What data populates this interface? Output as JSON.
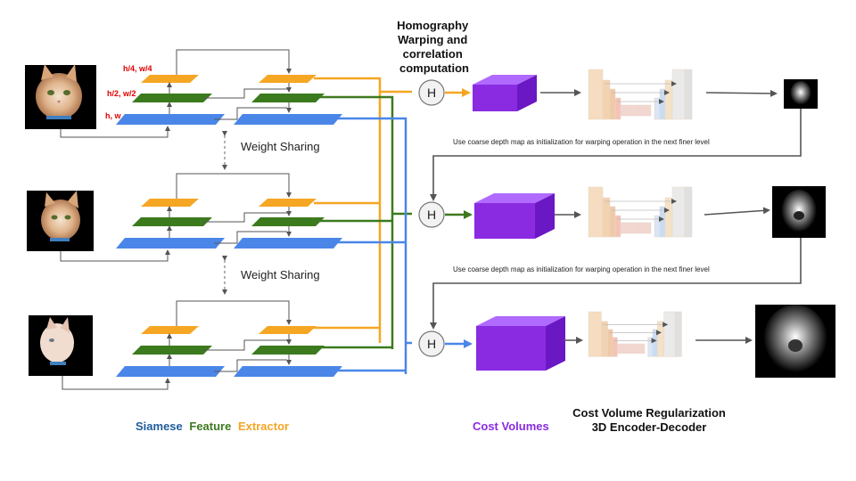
{
  "header": {
    "homography": [
      "Homography",
      "Warping and",
      "correlation",
      "computation"
    ]
  },
  "scale_labels": {
    "quarter": "h/4, w/4",
    "half": "h/2, w/2",
    "full": "h, w"
  },
  "weight_sharing": [
    "Weight Sharing",
    "Weight Sharing"
  ],
  "homography_node": "H",
  "coarse_note": [
    "Use coarse depth map as initialization for warping operation in the next finer level",
    "Use coarse depth map as initialization for warping operation in the next finer level"
  ],
  "footer": {
    "siamese": "Siamese",
    "feature": "Feature",
    "extractor": "Extractor",
    "cost_volumes": "Cost Volumes",
    "regularization_1": "Cost Volume Regularization",
    "regularization_2": "3D Encoder-Decoder"
  },
  "colors": {
    "orange": "#f5a623",
    "green": "#3c7a1e",
    "blue": "#4a86e8",
    "purple": "#8a2be2",
    "dark_blue": "#1f5c9b",
    "scale_label_red": "#e00000"
  },
  "icons": [
    "cat-image",
    "depth-map-image",
    "encoder-decoder-icon",
    "cost-volume-box"
  ]
}
